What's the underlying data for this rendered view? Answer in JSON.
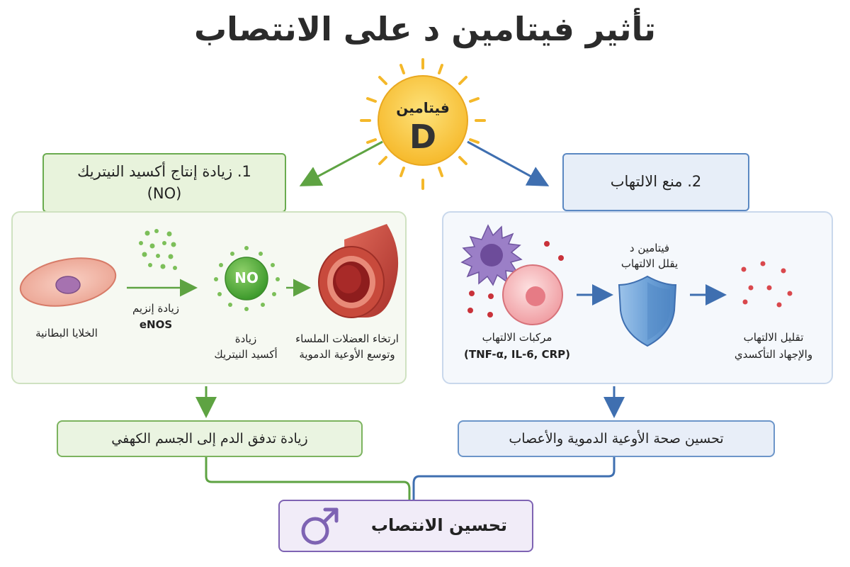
{
  "title": "تأثير فيتامين د على الانتصاب",
  "sun": {
    "label": "فيتامين",
    "letter": "D",
    "colors": {
      "fill": "#f9c847",
      "ray": "#f4b82a",
      "letter": "#333333"
    }
  },
  "left_branch": {
    "heading_line1": "1. زيادة إنتاج أكسيد النيتريك",
    "heading_line2": "(NO)",
    "endothelial_label": "الخلايا البطانية",
    "enzyme_label_line1": "زيادة إنزيم",
    "enzyme_label_line2": "eNOS",
    "no_badge": "NO",
    "no_label_line1": "زيادة",
    "no_label_line2": "أكسيد النيتريك",
    "vessel_label_line1": "ارتخاء العضلات الملساء",
    "vessel_label_line2": "وتوسع الأوعية الدموية",
    "result": "زيادة تدفق الدم إلى الجسم الكهفي",
    "color": "#5ea342"
  },
  "right_branch": {
    "heading": "2. منع الالتهاب",
    "markers_label_line1": "مركبات الالتهاب",
    "markers_label_line2": "(TNF-α, IL-6, CRP)",
    "shield_label_line1": "فيتامين د",
    "shield_label_line2": "يقلل الالتهاب",
    "reduce_label_line1": "تقليل الالتهاب",
    "reduce_label_line2": "والإجهاد التأكسدي",
    "result": "تحسين صحة الأوعية الدموية والأعصاب",
    "color": "#3f6fb0"
  },
  "final": {
    "text": "تحسين الانتصاب",
    "icon": "male-symbol-icon",
    "color": "#7e63b3"
  }
}
